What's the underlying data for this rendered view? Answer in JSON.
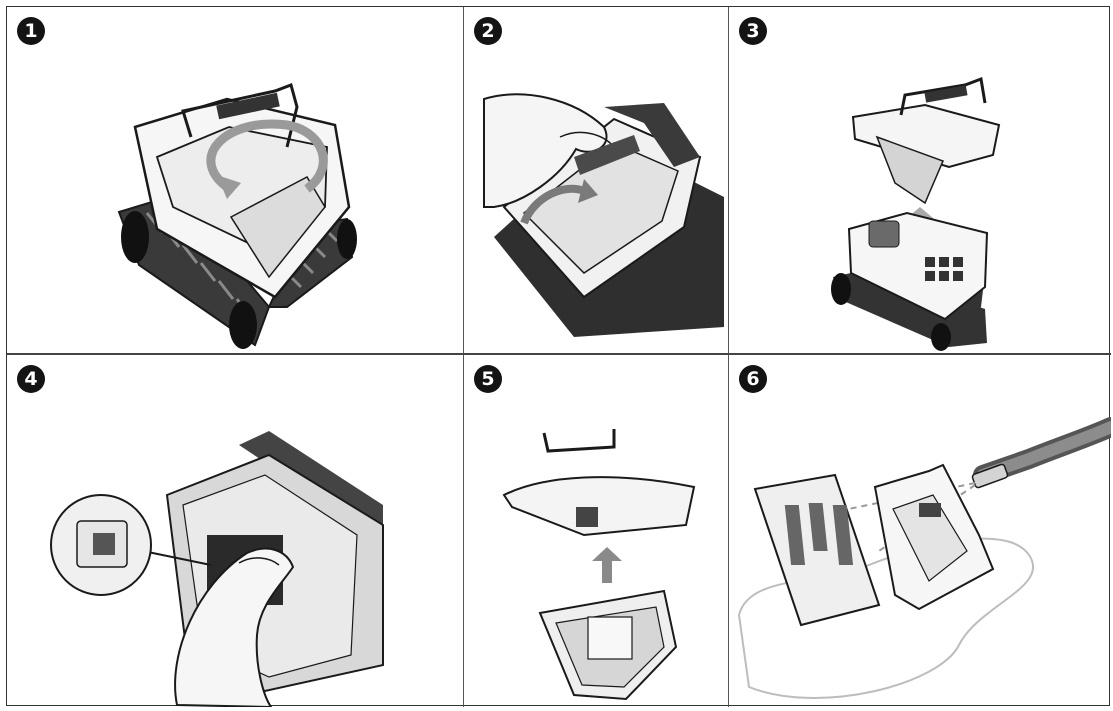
{
  "panels": [
    {
      "step": "1",
      "illustration": "robot-handle-lift-illustration"
    },
    {
      "step": "2",
      "illustration": "hand-unlock-lid-illustration"
    },
    {
      "step": "3",
      "illustration": "remove-filter-assembly-illustration"
    },
    {
      "step": "4",
      "illustration": "press-release-tab-illustration"
    },
    {
      "step": "5",
      "illustration": "separate-filter-basket-illustration"
    },
    {
      "step": "6",
      "illustration": "hose-rinse-filter-illustration"
    }
  ],
  "colors": {
    "ink": "#1a1a1a",
    "fill_light": "#f4f4f4",
    "fill_mid": "#c9c9c9",
    "fill_dark": "#4a4a4a",
    "badge": "#141414"
  }
}
